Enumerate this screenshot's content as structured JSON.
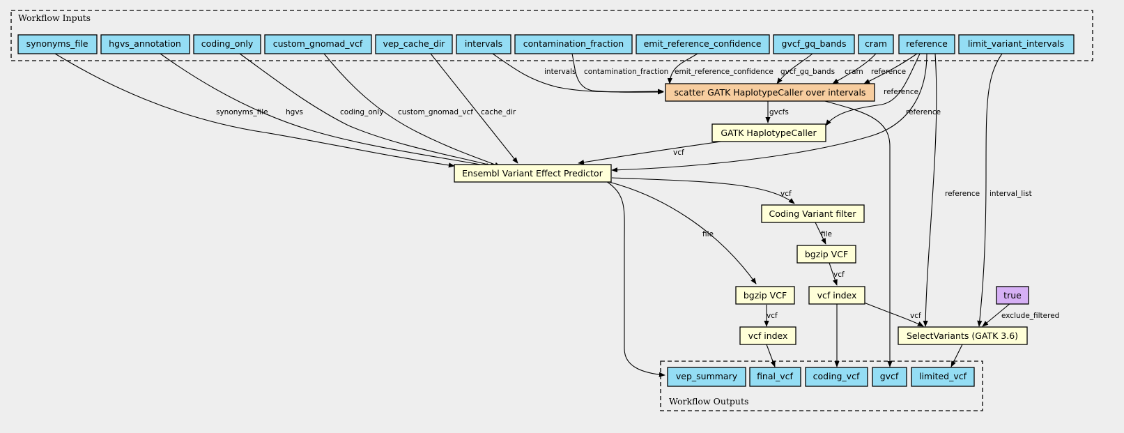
{
  "clusters": {
    "inputs": {
      "label": "Workflow Inputs"
    },
    "outputs": {
      "label": "Workflow Outputs"
    }
  },
  "colors": {
    "io": "#94ddf4",
    "step": "#ffffd8",
    "scatter": "#f7cd9f",
    "constant": "#d6b0f5",
    "background": "#eeeeee"
  },
  "nodes": {
    "synonyms_file": "synonyms_file",
    "hgvs_annotation": "hgvs_annotation",
    "coding_only": "coding_only",
    "custom_gnomad_vcf": "custom_gnomad_vcf",
    "vep_cache_dir": "vep_cache_dir",
    "intervals": "intervals",
    "contamination_fraction": "contamination_fraction",
    "emit_reference_confidence": "emit_reference_confidence",
    "gvcf_gq_bands": "gvcf_gq_bands",
    "cram": "cram",
    "reference": "reference",
    "limit_variant_intervals": "limit_variant_intervals",
    "scatter": "scatter GATK HaplotypeCaller over intervals",
    "haplotypecaller": "GATK HaplotypeCaller",
    "vep": "Ensembl Variant Effect Predictor",
    "coding_filter": "Coding Variant filter",
    "bgzip1": "bgzip VCF",
    "bgzip2": "bgzip VCF",
    "index1": "vcf index",
    "index2": "vcf index",
    "true_const": "true",
    "select_variants": "SelectVariants (GATK 3.6)",
    "vep_summary": "vep_summary",
    "final_vcf": "final_vcf",
    "coding_vcf": "coding_vcf",
    "gvcf": "gvcf",
    "limited_vcf": "limited_vcf"
  },
  "edge_labels": {
    "synonyms_file": "synonyms_file",
    "hgvs": "hgvs",
    "coding_only": "coding_only",
    "custom_gnomad_vcf": "custom_gnomad_vcf",
    "cache_dir": "cache_dir",
    "intervals": "intervals",
    "contamination_fraction": "contamination_fraction",
    "emit_reference_confidence": "emit_reference_confidence",
    "gvcf_gq_bands": "gvcf_gq_bands",
    "cram": "cram",
    "reference_scatter": "reference",
    "reference_hc": "reference",
    "reference_vep": "reference",
    "reference_select": "reference",
    "interval_list": "interval_list",
    "gvcfs": "gvcfs",
    "vcf_hc_vep": "vcf",
    "vcf_vep_filter": "vcf",
    "file_vep_bgzip": "file",
    "file_filter_bgzip": "file",
    "vcf_bgzip1_index": "vcf",
    "vcf_bgzip2_index": "vcf",
    "vcf_index_select": "vcf",
    "exclude_filtered": "exclude_filtered"
  }
}
